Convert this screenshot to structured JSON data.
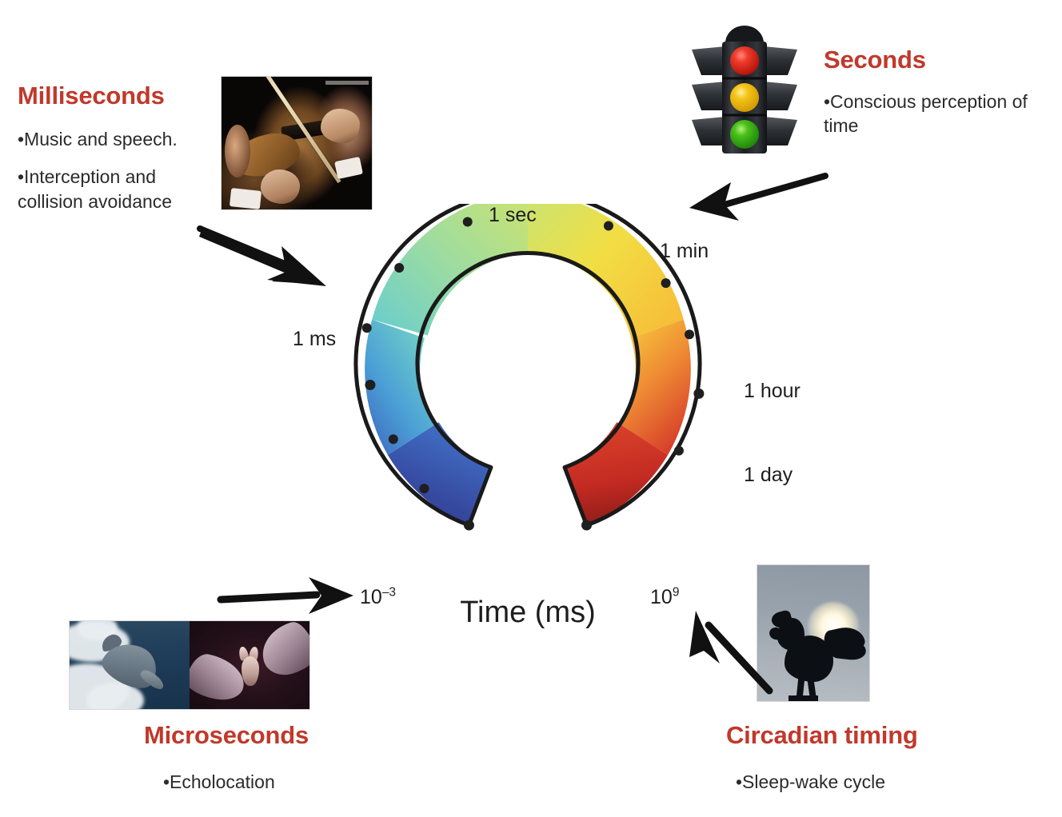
{
  "figure": {
    "center_label": "Time (ms)",
    "accent_color": "#c0392b",
    "text_color": "#2b2b2b"
  },
  "chart_data": {
    "type": "gauge-arc",
    "title": "Time (ms)",
    "xlabel": "Time (ms)",
    "ylabel": "",
    "scale": "log10",
    "axis_range_exponents": [
      -3,
      9
    ],
    "start_label": "10⁻³",
    "end_label": "10⁹",
    "colormap": "jet",
    "colormap_stops": [
      "#2b3a91",
      "#3b55b5",
      "#3f7fd0",
      "#56b3d8",
      "#6ecfc4",
      "#95dba4",
      "#bfe07e",
      "#dde05c",
      "#f2dd46",
      "#f7c13c",
      "#f09236",
      "#e25a32",
      "#cf2f27",
      "#8e1d18"
    ],
    "grid": false,
    "legend": false,
    "ticks": [
      {
        "exponent": -3,
        "label": "10⁻³",
        "angle_deg": 250,
        "labeled": true
      },
      {
        "exponent": -2,
        "label": "",
        "angle_deg": 233.33,
        "labeled": false
      },
      {
        "exponent": -1,
        "label": "",
        "angle_deg": 216.67,
        "labeled": false
      },
      {
        "exponent": 0,
        "label": "1 ms",
        "angle_deg": 200,
        "labeled": true
      },
      {
        "exponent": 1,
        "label": "",
        "angle_deg": 176.67,
        "labeled": false
      },
      {
        "exponent": 2,
        "label": "",
        "angle_deg": 146.67,
        "labeled": false
      },
      {
        "exponent": 3,
        "label": "1 sec",
        "angle_deg": 90,
        "labeled": true
      },
      {
        "exponent": 4,
        "label": "",
        "angle_deg": 62,
        "labeled": false
      },
      {
        "exponent": 5,
        "label": "1 min",
        "angle_deg": 30,
        "labeled": true
      },
      {
        "exponent": 6,
        "label": "",
        "angle_deg": 5,
        "labeled": false
      },
      {
        "exponent": 7,
        "label": "1 hour",
        "angle_deg": -20,
        "labeled": true
      },
      {
        "exponent": 8,
        "label": "1 day",
        "angle_deg": -45,
        "labeled": true
      },
      {
        "exponent": 9,
        "label": "10⁹",
        "angle_deg": -70,
        "labeled": true
      }
    ],
    "axis_labels": [
      {
        "name": "one-millisecond",
        "text": "1 ms"
      },
      {
        "name": "one-second",
        "text": "1 sec"
      },
      {
        "name": "one-minute",
        "text": "1 min"
      },
      {
        "name": "one-hour",
        "text": "1 hour"
      },
      {
        "name": "one-day",
        "text": "1 day"
      },
      {
        "name": "lower-bound",
        "text": "10⁻³"
      },
      {
        "name": "upper-bound",
        "text": "10⁹"
      }
    ]
  },
  "callouts": {
    "milliseconds": {
      "title": "Milliseconds",
      "bullets": [
        "•Music and speech.",
        "•Interception and collision avoidance"
      ]
    },
    "seconds": {
      "title": "Seconds",
      "bullets": [
        "•Conscious perception of time"
      ]
    },
    "microseconds": {
      "title": "Microseconds",
      "bullets": [
        "•Echolocation"
      ]
    },
    "circadian": {
      "title": "Circadian timing",
      "bullets": [
        "•Sleep-wake cycle"
      ]
    }
  },
  "photos": {
    "violin": {
      "name": "violinist-photo",
      "alt": "Violinist playing violin with bow"
    },
    "traffic_light": {
      "name": "traffic-light-icon",
      "alt": "Traffic light with red, yellow and green lamps"
    },
    "echolocation": {
      "name": "dolphin-and-bat-photo",
      "alt": "Dolphin leaping in ocean and bat in flight"
    },
    "rooster": {
      "name": "rooster-at-sunrise-photo",
      "alt": "Rooster silhouette crowing in front of the sun"
    }
  },
  "arrows": [
    {
      "name": "arrow-milliseconds-to-arc",
      "direction": "down-right"
    },
    {
      "name": "arrow-seconds-to-arc",
      "direction": "left"
    },
    {
      "name": "arrow-microseconds-to-arc",
      "direction": "right"
    },
    {
      "name": "arrow-circadian-to-arc",
      "direction": "up-left"
    }
  ]
}
